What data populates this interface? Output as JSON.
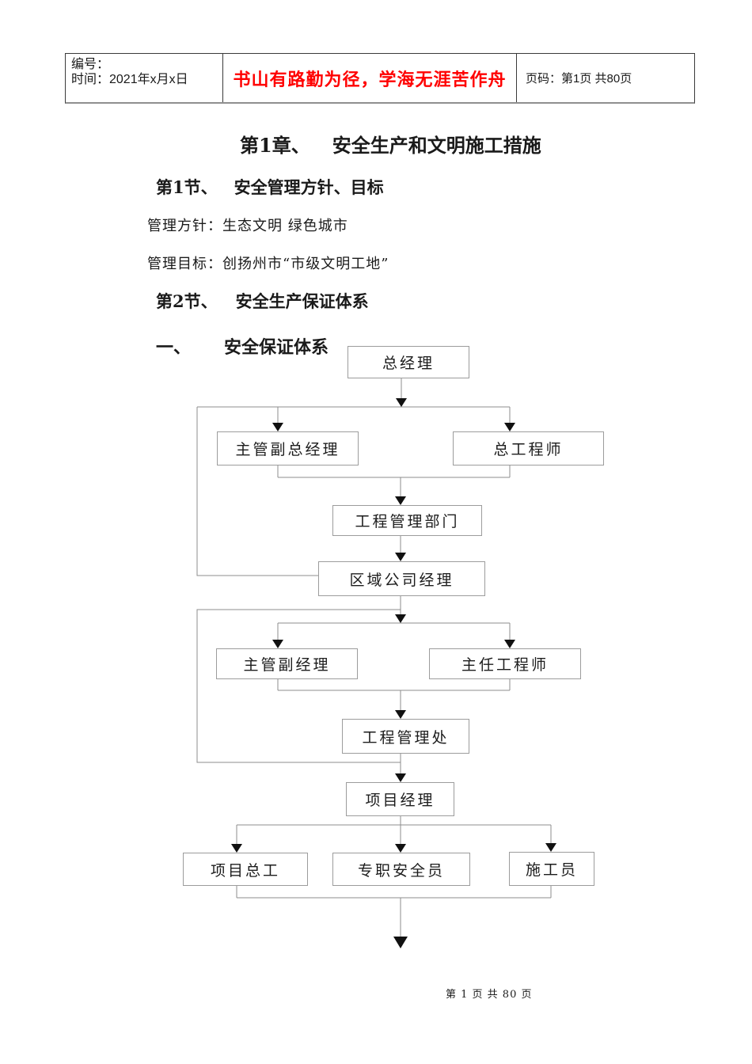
{
  "header_table": {
    "number_label": "编号：",
    "date_label": "时间：2021年x月x日",
    "motto": "书山有路勤为径，学海无涯苦作舟",
    "motto_color": "#ff0000",
    "page_label": "页码：第1页 共80页"
  },
  "document": {
    "chapter_title": {
      "number": "第1章、",
      "text": "安全生产和文明施工措施"
    },
    "section1_title": {
      "number": "第1节、",
      "text": "安全管理方针、目标"
    },
    "paragraph1": "管理方针：生态文明 绿色城市",
    "paragraph2": "管理目标：创扬州市“市级文明工地”",
    "section2_title": {
      "number": "第2节、",
      "text": "安全生产保证体系"
    },
    "subsection_title": {
      "number": "一、",
      "text": "安全保证体系"
    }
  },
  "flowchart": {
    "nodes": [
      {
        "id": "general-manager",
        "label": "总经理"
      },
      {
        "id": "deputy-general-manager",
        "label": "主管副总经理"
      },
      {
        "id": "chief-engineer",
        "label": "总工程师"
      },
      {
        "id": "engineering-management-dept",
        "label": "工程管理部门"
      },
      {
        "id": "regional-company-manager",
        "label": "区域公司经理"
      },
      {
        "id": "deputy-manager",
        "label": "主管副经理"
      },
      {
        "id": "director-engineer",
        "label": "主任工程师"
      },
      {
        "id": "engineering-management-office",
        "label": "工程管理处"
      },
      {
        "id": "project-manager",
        "label": "项目经理"
      },
      {
        "id": "project-chief-engineer",
        "label": "项目总工"
      },
      {
        "id": "full-time-safety-officer",
        "label": "专职安全员"
      },
      {
        "id": "construction-worker",
        "label": "施工员"
      }
    ]
  },
  "footer": {
    "page_text": "第 1 页 共 80 页"
  }
}
